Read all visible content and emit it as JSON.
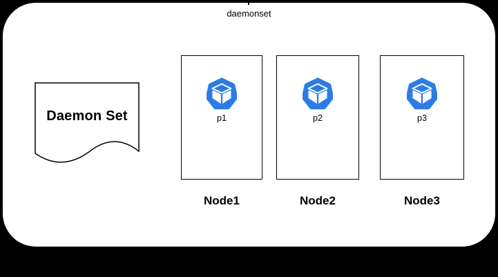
{
  "diagram": {
    "title": "daemonset",
    "daemon_set": {
      "label": "Daemon Set",
      "shape": "document-wavy-bottom"
    },
    "nodes": [
      {
        "name": "Node1",
        "pod": {
          "label": "p1",
          "icon": "kubernetes-pod-icon"
        }
      },
      {
        "name": "Node2",
        "pod": {
          "label": "p2",
          "icon": "kubernetes-pod-icon"
        }
      },
      {
        "name": "Node3",
        "pod": {
          "label": "p3",
          "icon": "kubernetes-pod-icon"
        }
      }
    ],
    "colors": {
      "background": "#000000",
      "surface": "#ffffff",
      "line": "#000000",
      "pod_blue": "#2D7CE6"
    }
  }
}
